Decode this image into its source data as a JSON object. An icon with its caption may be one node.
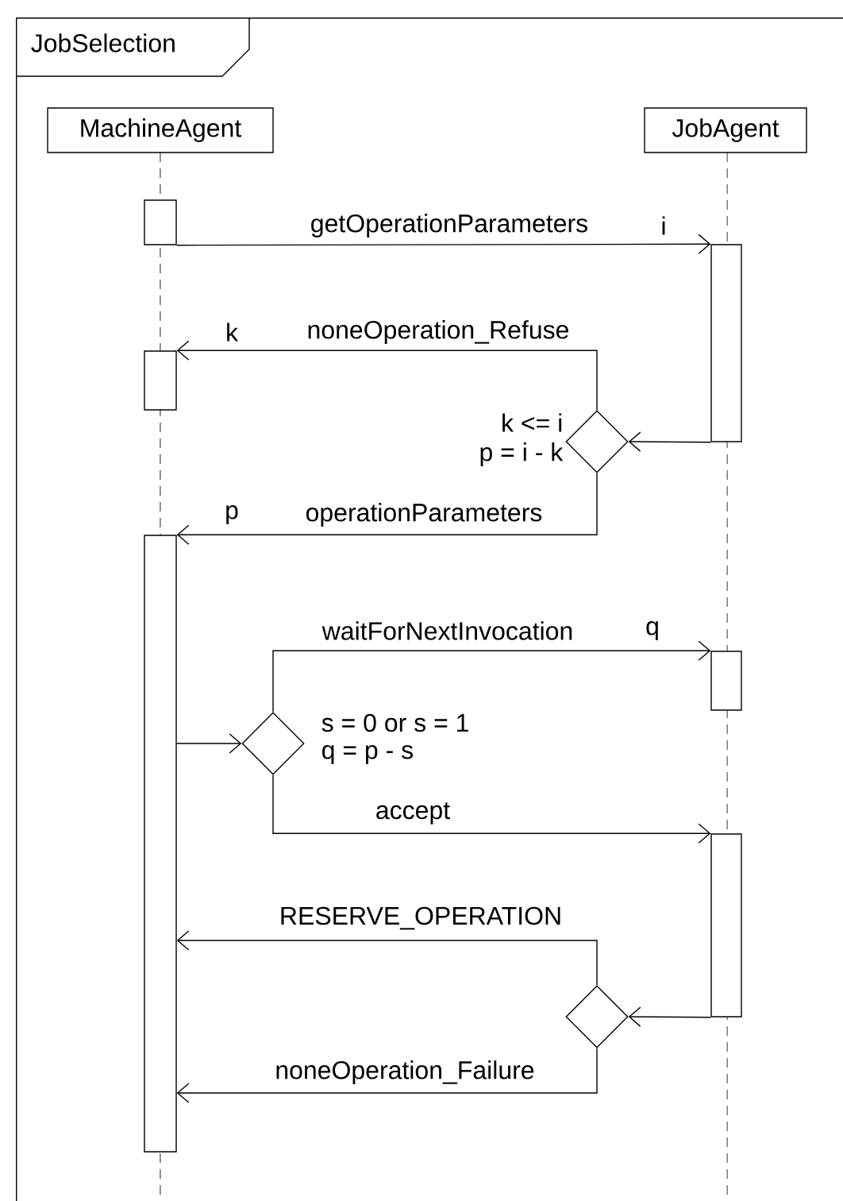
{
  "diagram": {
    "nodes": [
      {
        "text": [
          "JobSelection"
        ]
      },
      {
        "text": [
          "MachineAgent"
        ],
        "in": 0
      },
      {
        "text": [
          "JobAgent"
        ],
        "in": 0
      },
      {
        "text": [],
        "shape": "bar",
        "in": 0
      },
      {
        "text": [],
        "shape": "bar",
        "in": 0
      },
      {
        "text": [],
        "shape": "bar",
        "in": 0
      },
      {
        "text": [],
        "shape": "diamond",
        "in": 0,
        "beside": [
          "k <= i",
          "p = i - k"
        ]
      },
      {
        "text": [],
        "shape": "bar",
        "in": 0
      },
      {
        "text": [],
        "shape": "diamond",
        "in": 0,
        "beside": [
          "s = 0 or s = 1",
          "q = p - s"
        ]
      },
      {
        "text": [],
        "shape": "bar",
        "in": 0
      },
      {
        "text": [],
        "shape": "bar",
        "in": 0
      },
      {
        "text": [],
        "shape": "diamond",
        "in": 0
      }
    ],
    "edges": [
      {
        "from": 3,
        "to": 4,
        "arrow": "to",
        "label": "getOperationParameters"
      },
      {
        "from": 4,
        "to": 6,
        "arrow": "to"
      },
      {
        "from": 6,
        "to": 5,
        "arrow": "to",
        "label": "noneOperation_Refuse"
      },
      {
        "from": 6,
        "to": 7,
        "arrow": "to",
        "label": "operationParameters"
      },
      {
        "from": 7,
        "to": 8,
        "arrow": "to"
      },
      {
        "from": 8,
        "to": 9,
        "arrow": "to",
        "label": "waitForNextInvocation"
      },
      {
        "from": 8,
        "to": 10,
        "arrow": "to",
        "label": "accept"
      },
      {
        "from": 10,
        "to": 11,
        "arrow": "to"
      },
      {
        "from": 11,
        "to": 7,
        "arrow": "to",
        "label": "RESERVE_OPERATION"
      },
      {
        "from": 11,
        "to": 7,
        "arrow": "to",
        "label": "noneOperation_Failure"
      }
    ],
    "labels": [
      "i",
      "k",
      "p",
      "q"
    ]
  }
}
